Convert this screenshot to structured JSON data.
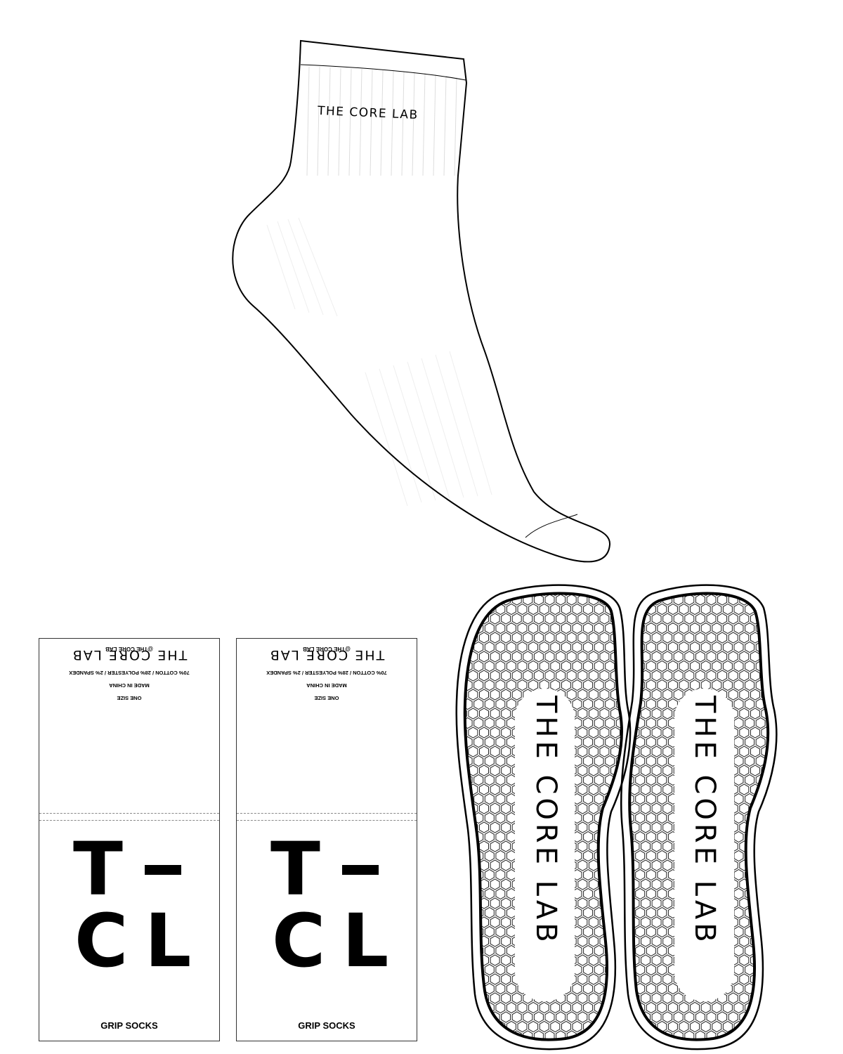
{
  "sock": {
    "brand": "THE CORE LAB"
  },
  "tags": [
    {
      "copyright": "@THE CORE LAB",
      "brand": "THE CORE LAB",
      "composition": "70% COTTON / 28% POLYESTER / 2% SPANDEX",
      "made_in": "MADE IN CHINA",
      "size": "ONE SIZE",
      "logo": {
        "top_left": "T",
        "top_right": "–",
        "bottom_left": "C",
        "bottom_right": "L"
      },
      "product": "GRIP SOCKS"
    },
    {
      "copyright": "@THE CORE LAB",
      "brand": "THE CORE LAB",
      "composition": "70% COTTON / 28% POLYESTER / 2% SPANDEX",
      "made_in": "MADE IN CHINA",
      "size": "ONE SIZE",
      "logo": {
        "top_left": "T",
        "top_right": "–",
        "bottom_left": "C",
        "bottom_right": "L"
      },
      "product": "GRIP SOCKS"
    }
  ],
  "soles": [
    {
      "text": "THE CORE LAB"
    },
    {
      "text": "THE CORE LAB"
    }
  ]
}
